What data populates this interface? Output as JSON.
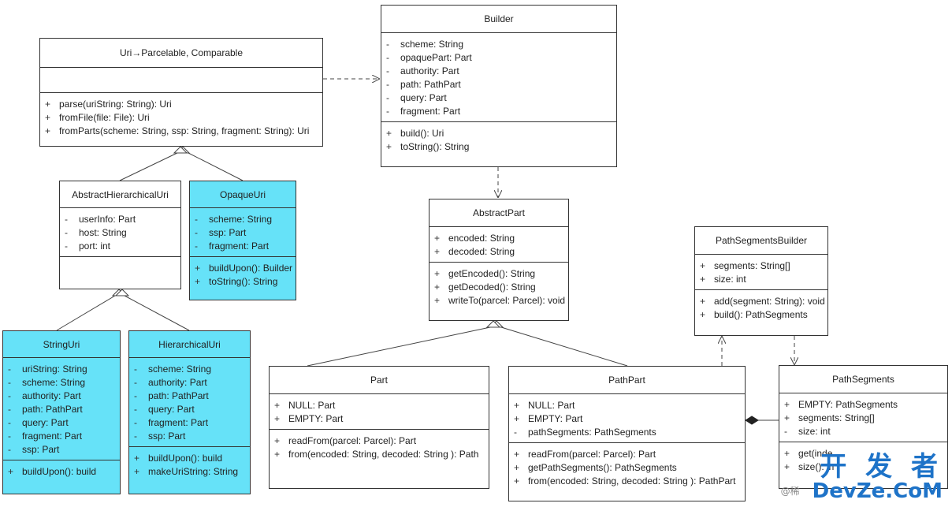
{
  "classes": {
    "uri": {
      "name": "Uri→Parcelable, Comparable",
      "fields": [],
      "methods": [
        {
          "vis": "+",
          "text": "parse(uriString: String): Uri"
        },
        {
          "vis": "+",
          "text": "fromFile(file: File): Uri"
        },
        {
          "vis": "+",
          "text": "fromParts(scheme: String, ssp: String, fragment: String): Uri"
        }
      ]
    },
    "builder": {
      "name": "Builder",
      "fields": [
        {
          "vis": "-",
          "text": "scheme: String"
        },
        {
          "vis": "-",
          "text": "opaquePart: Part"
        },
        {
          "vis": "-",
          "text": "authority: Part"
        },
        {
          "vis": "-",
          "text": "path: PathPart"
        },
        {
          "vis": "-",
          "text": "query: Part"
        },
        {
          "vis": "-",
          "text": "fragment: Part"
        }
      ],
      "methods": [
        {
          "vis": "+",
          "text": "build(): Uri"
        },
        {
          "vis": "+",
          "text": "toString(): String"
        }
      ]
    },
    "abstractHierarchicalUri": {
      "name": "AbstractHierarchicalUri",
      "fields": [
        {
          "vis": "-",
          "text": "userInfo: Part"
        },
        {
          "vis": "-",
          "text": "host: String"
        },
        {
          "vis": "-",
          "text": "port: int"
        }
      ],
      "methods": []
    },
    "opaqueUri": {
      "name": "OpaqueUri",
      "fields": [
        {
          "vis": "-",
          "text": "scheme: String"
        },
        {
          "vis": "-",
          "text": "ssp: Part"
        },
        {
          "vis": "-",
          "text": "fragment: Part"
        }
      ],
      "methods": [
        {
          "vis": "+",
          "text": "buildUpon(): Builder"
        },
        {
          "vis": "+",
          "text": "toString(): String"
        }
      ]
    },
    "abstractPart": {
      "name": "AbstractPart",
      "fields": [
        {
          "vis": "+",
          "text": "encoded: String"
        },
        {
          "vis": "+",
          "text": "decoded: String"
        }
      ],
      "methods": [
        {
          "vis": "+",
          "text": "getEncoded(): String"
        },
        {
          "vis": "+",
          "text": "getDecoded(): String"
        },
        {
          "vis": "+",
          "text": "writeTo(parcel: Parcel): void"
        }
      ]
    },
    "pathSegmentsBuilder": {
      "name": "PathSegmentsBuilder",
      "fields": [
        {
          "vis": "+",
          "text": "segments: String[]"
        },
        {
          "vis": "+",
          "text": "size: int"
        }
      ],
      "methods": [
        {
          "vis": "+",
          "text": "add(segment: String): void"
        },
        {
          "vis": "+",
          "text": "build(): PathSegments"
        }
      ]
    },
    "stringUri": {
      "name": "StringUri",
      "fields": [
        {
          "vis": "-",
          "text": "uriString: String"
        },
        {
          "vis": "-",
          "text": "scheme: String"
        },
        {
          "vis": "-",
          "text": "authority: Part"
        },
        {
          "vis": "-",
          "text": "path: PathPart"
        },
        {
          "vis": "-",
          "text": "query: Part"
        },
        {
          "vis": "-",
          "text": "fragment: Part"
        },
        {
          "vis": "-",
          "text": "ssp: Part"
        }
      ],
      "methods": [
        {
          "vis": "+",
          "text": "buildUpon(): build"
        }
      ]
    },
    "hierarchicalUri": {
      "name": "HierarchicalUri",
      "fields": [
        {
          "vis": "-",
          "text": "scheme: String"
        },
        {
          "vis": "-",
          "text": "authority: Part"
        },
        {
          "vis": "-",
          "text": "path: PathPart"
        },
        {
          "vis": "-",
          "text": "query: Part"
        },
        {
          "vis": "-",
          "text": "fragment: Part"
        },
        {
          "vis": "-",
          "text": "ssp: Part"
        }
      ],
      "methods": [
        {
          "vis": "+",
          "text": "buildUpon(): build"
        },
        {
          "vis": "+",
          "text": "makeUriString: String"
        }
      ]
    },
    "part": {
      "name": "Part",
      "fields": [
        {
          "vis": "+",
          "text": "NULL: Part"
        },
        {
          "vis": "+",
          "text": "EMPTY: Part"
        }
      ],
      "methods": [
        {
          "vis": "+",
          "text": "readFrom(parcel: Parcel): Part"
        },
        {
          "vis": "+",
          "text": "from(encoded: String, decoded: String ): Path"
        }
      ]
    },
    "pathPart": {
      "name": "PathPart",
      "fields": [
        {
          "vis": "+",
          "text": "NULL: Part"
        },
        {
          "vis": "+",
          "text": "EMPTY: Part"
        },
        {
          "vis": "-",
          "text": "pathSegments: PathSegments"
        }
      ],
      "methods": [
        {
          "vis": "+",
          "text": "readFrom(parcel: Parcel): Part"
        },
        {
          "vis": "+",
          "text": "getPathSegments(): PathSegments"
        },
        {
          "vis": "+",
          "text": "from(encoded: String, decoded: String ): PathPart"
        }
      ]
    },
    "pathSegments": {
      "name": "PathSegments",
      "fields": [
        {
          "vis": "+",
          "text": "EMPTY: PathSegments"
        },
        {
          "vis": "+",
          "text": "segments: String[]"
        },
        {
          "vis": "-",
          "text": "size: int"
        }
      ],
      "methods": [
        {
          "vis": "+",
          "text": "get(inde"
        },
        {
          "vis": "+",
          "text": "size(): in"
        }
      ]
    }
  },
  "watermark": {
    "line1": "开 发 者",
    "line2": "DevZe.CoM",
    "at": "@稀"
  },
  "colors": {
    "highlight": "#66e2f8",
    "line": "#444444",
    "watermark": "#1e73c8"
  }
}
